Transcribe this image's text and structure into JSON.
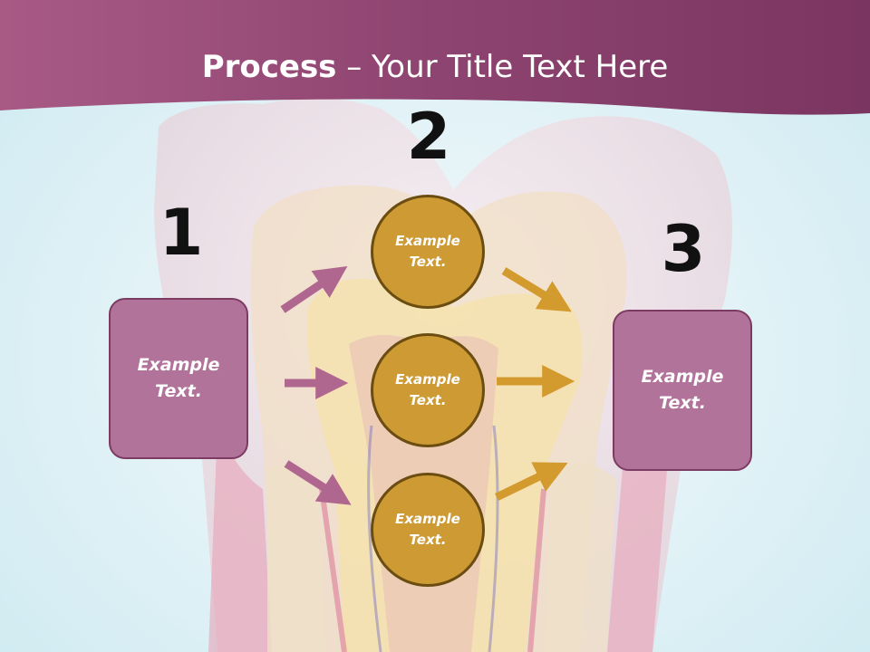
{
  "title": {
    "bold": "Process",
    "rest": " – Your Title Text Here"
  },
  "steps": {
    "one": "1",
    "two": "2",
    "three": "3"
  },
  "left_box": {
    "text": "Example Text."
  },
  "right_box": {
    "text": "Example Text."
  },
  "circles": [
    {
      "text": "Example Text."
    },
    {
      "text": "Example Text."
    },
    {
      "text": "Example Text."
    }
  ],
  "colors": {
    "header": "#9a4d78",
    "box": "#b2739a",
    "circle": "#cd9a33",
    "arrow_pink": "#b0678f",
    "arrow_gold": "#d39a2e"
  }
}
